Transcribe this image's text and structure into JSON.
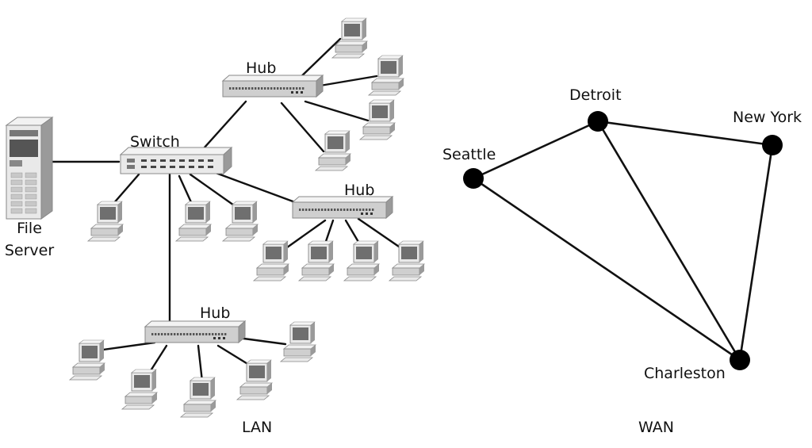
{
  "lan": {
    "caption": "LAN",
    "file_server_label": [
      "File",
      "Server"
    ],
    "switch_label": "Switch",
    "hubs": [
      {
        "label": "Hub"
      },
      {
        "label": "Hub"
      },
      {
        "label": "Hub"
      }
    ]
  },
  "wan": {
    "caption": "WAN",
    "nodes": [
      {
        "id": "detroit",
        "label": "Detroit"
      },
      {
        "id": "new-york",
        "label": "New York"
      },
      {
        "id": "seattle",
        "label": "Seattle"
      },
      {
        "id": "charleston",
        "label": "Charleston"
      }
    ],
    "links": [
      [
        "seattle",
        "detroit"
      ],
      [
        "detroit",
        "new-york"
      ],
      [
        "seattle",
        "charleston"
      ],
      [
        "detroit",
        "charleston"
      ],
      [
        "new-york",
        "charleston"
      ]
    ]
  },
  "colors": {
    "line": "#111111",
    "node": "#000000",
    "device_light": "#e9e9e9",
    "device_mid": "#cfcfcf",
    "device_dark": "#9a9a9a",
    "screen": "#6f6f6f"
  }
}
